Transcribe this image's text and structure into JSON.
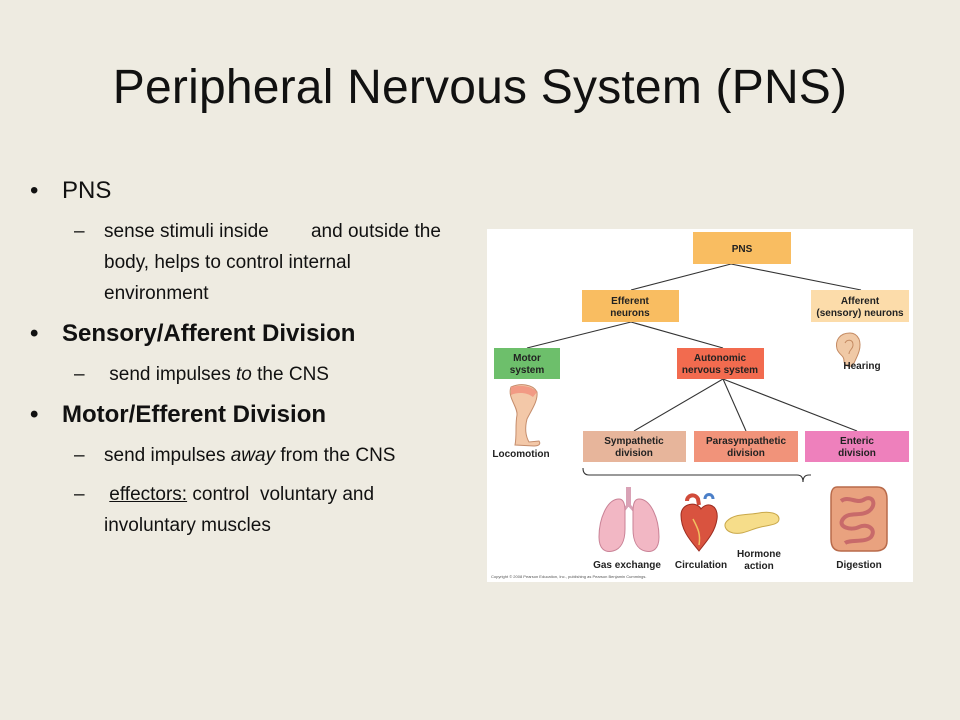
{
  "slide": {
    "title": "Peripheral Nervous System (PNS)"
  },
  "bullets": [
    {
      "heading": "PNS",
      "items": [
        {
          "text": "sense stimuli inside        and outside the body, helps to control internal environment"
        }
      ]
    },
    {
      "heading": "Sensory/Afferent Division",
      "items": [
        {
          "pre": " send impulses ",
          "em": "to",
          "post": " the CNS"
        }
      ]
    },
    {
      "heading": "Motor/Efferent Division",
      "items": [
        {
          "pre": "send impulses ",
          "em": "away",
          "post": " from the CNS"
        },
        {
          "lead": " ",
          "u": "effectors:",
          "rest": " control  voluntary and involuntary muscles"
        }
      ]
    }
  ],
  "diagram": {
    "nodes": {
      "pns": "PNS",
      "efferent": [
        "Efferent",
        "neurons"
      ],
      "afferent": [
        "Afferent",
        "(sensory) neurons"
      ],
      "motor": [
        "Motor",
        "system"
      ],
      "autonomic": [
        "Autonomic",
        "nervous system"
      ],
      "sympathetic": [
        "Sympathetic",
        "division"
      ],
      "parasympathetic": [
        "Parasympathetic",
        "division"
      ],
      "enteric": [
        "Enteric",
        "division"
      ]
    },
    "captions": {
      "hearing": "Hearing",
      "locomotion": "Locomotion",
      "gas_exchange": "Gas exchange",
      "circulation": "Circulation",
      "hormone": [
        "Hormone",
        "action"
      ],
      "digestion": "Digestion"
    },
    "copyright": "Copyright © 2008 Pearson Education, Inc., publishing as Pearson Benjamin Cummings.",
    "colors": {
      "orange": "#f9bd61",
      "pale_orange": "#fcdcaa",
      "green": "#6dbf6b",
      "red": "#f26b4f",
      "tan": "#e7b59b",
      "salmon": "#f1937a",
      "pink": "#ee80bc"
    },
    "icons": [
      "ear-icon",
      "leg-icon",
      "lungs-icon",
      "heart-icon",
      "pancreas-icon",
      "intestine-icon"
    ]
  }
}
